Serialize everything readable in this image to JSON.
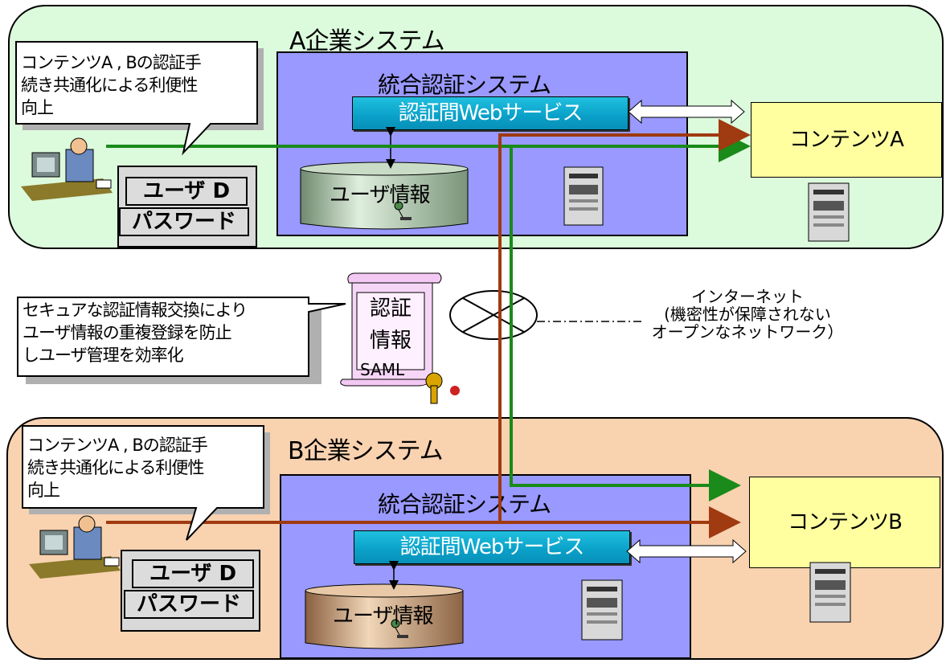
{
  "systemA": {
    "title": "A企業システム",
    "auth_system": "統合認証システム",
    "web_service": "認証間Webサービス",
    "user_db": "ユーザ情報",
    "contents": "コンテンツA",
    "user_id": "ユーザ D",
    "password": "パスワード",
    "callout": [
      "コンテンツA , Bの認証手",
      "続き共通化による利便性",
      "向上"
    ]
  },
  "systemB": {
    "title": "B企業システム",
    "auth_system": "統合認証システム",
    "web_service": "認証間Webサービス",
    "user_db": "ユーザ情報",
    "contents": "コンテンツB",
    "user_id": "ユーザ D",
    "password": "パスワード",
    "callout": [
      "コンテンツA , Bの認証手",
      "続き共通化による利便性",
      "向上"
    ]
  },
  "middle": {
    "callout": [
      "セキュアな認証情報交換により",
      "ユーザ情報の重複登録を防止",
      "しユーザ管理を効率化"
    ],
    "scroll_lines": [
      "認証",
      "情報"
    ],
    "scroll_tag": "SAML",
    "internet": [
      "インターネット",
      "(機密性が保障されない",
      "オープンなネットワーク）"
    ]
  },
  "colors": {
    "zoneA": "#dcfadc",
    "zoneB": "#f9d2b0",
    "auth_system": "#9999ff",
    "web_service": "#0aa0c8",
    "contents": "#ffffa0",
    "green_flow": "#1a8a1a",
    "brown_flow": "#a03a10"
  }
}
